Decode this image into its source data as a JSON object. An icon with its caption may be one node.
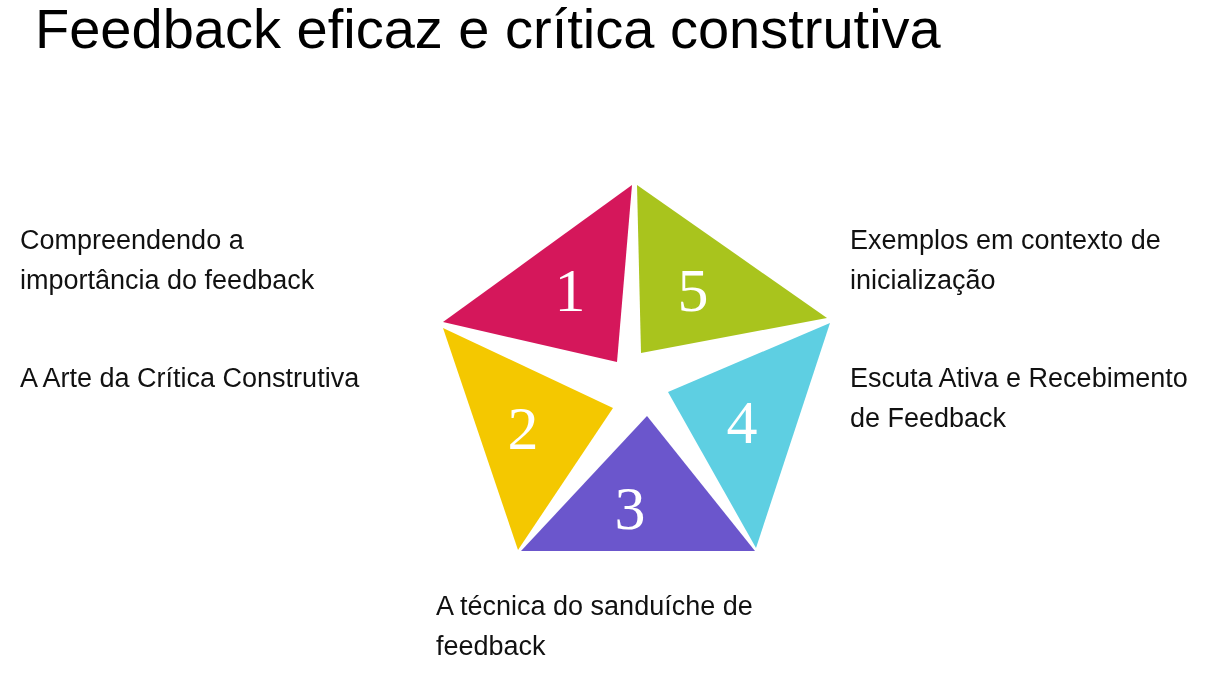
{
  "diagram": {
    "title": "Feedback eficaz e crítica construtiva",
    "nodes": [
      {
        "text": [
          "1"
        ]
      },
      {
        "text": [
          "2"
        ]
      },
      {
        "text": [
          "3"
        ]
      },
      {
        "text": [
          "4"
        ]
      },
      {
        "text": [
          "5"
        ]
      }
    ],
    "labels": [
      "Compreendendo a importância do feedback",
      "Exemplos em contexto de inicialização",
      "A Arte da Crítica Construtiva",
      "Escuta Ativa e Recebimento de Feedback",
      "A técnica do sanduíche de feedback"
    ]
  }
}
